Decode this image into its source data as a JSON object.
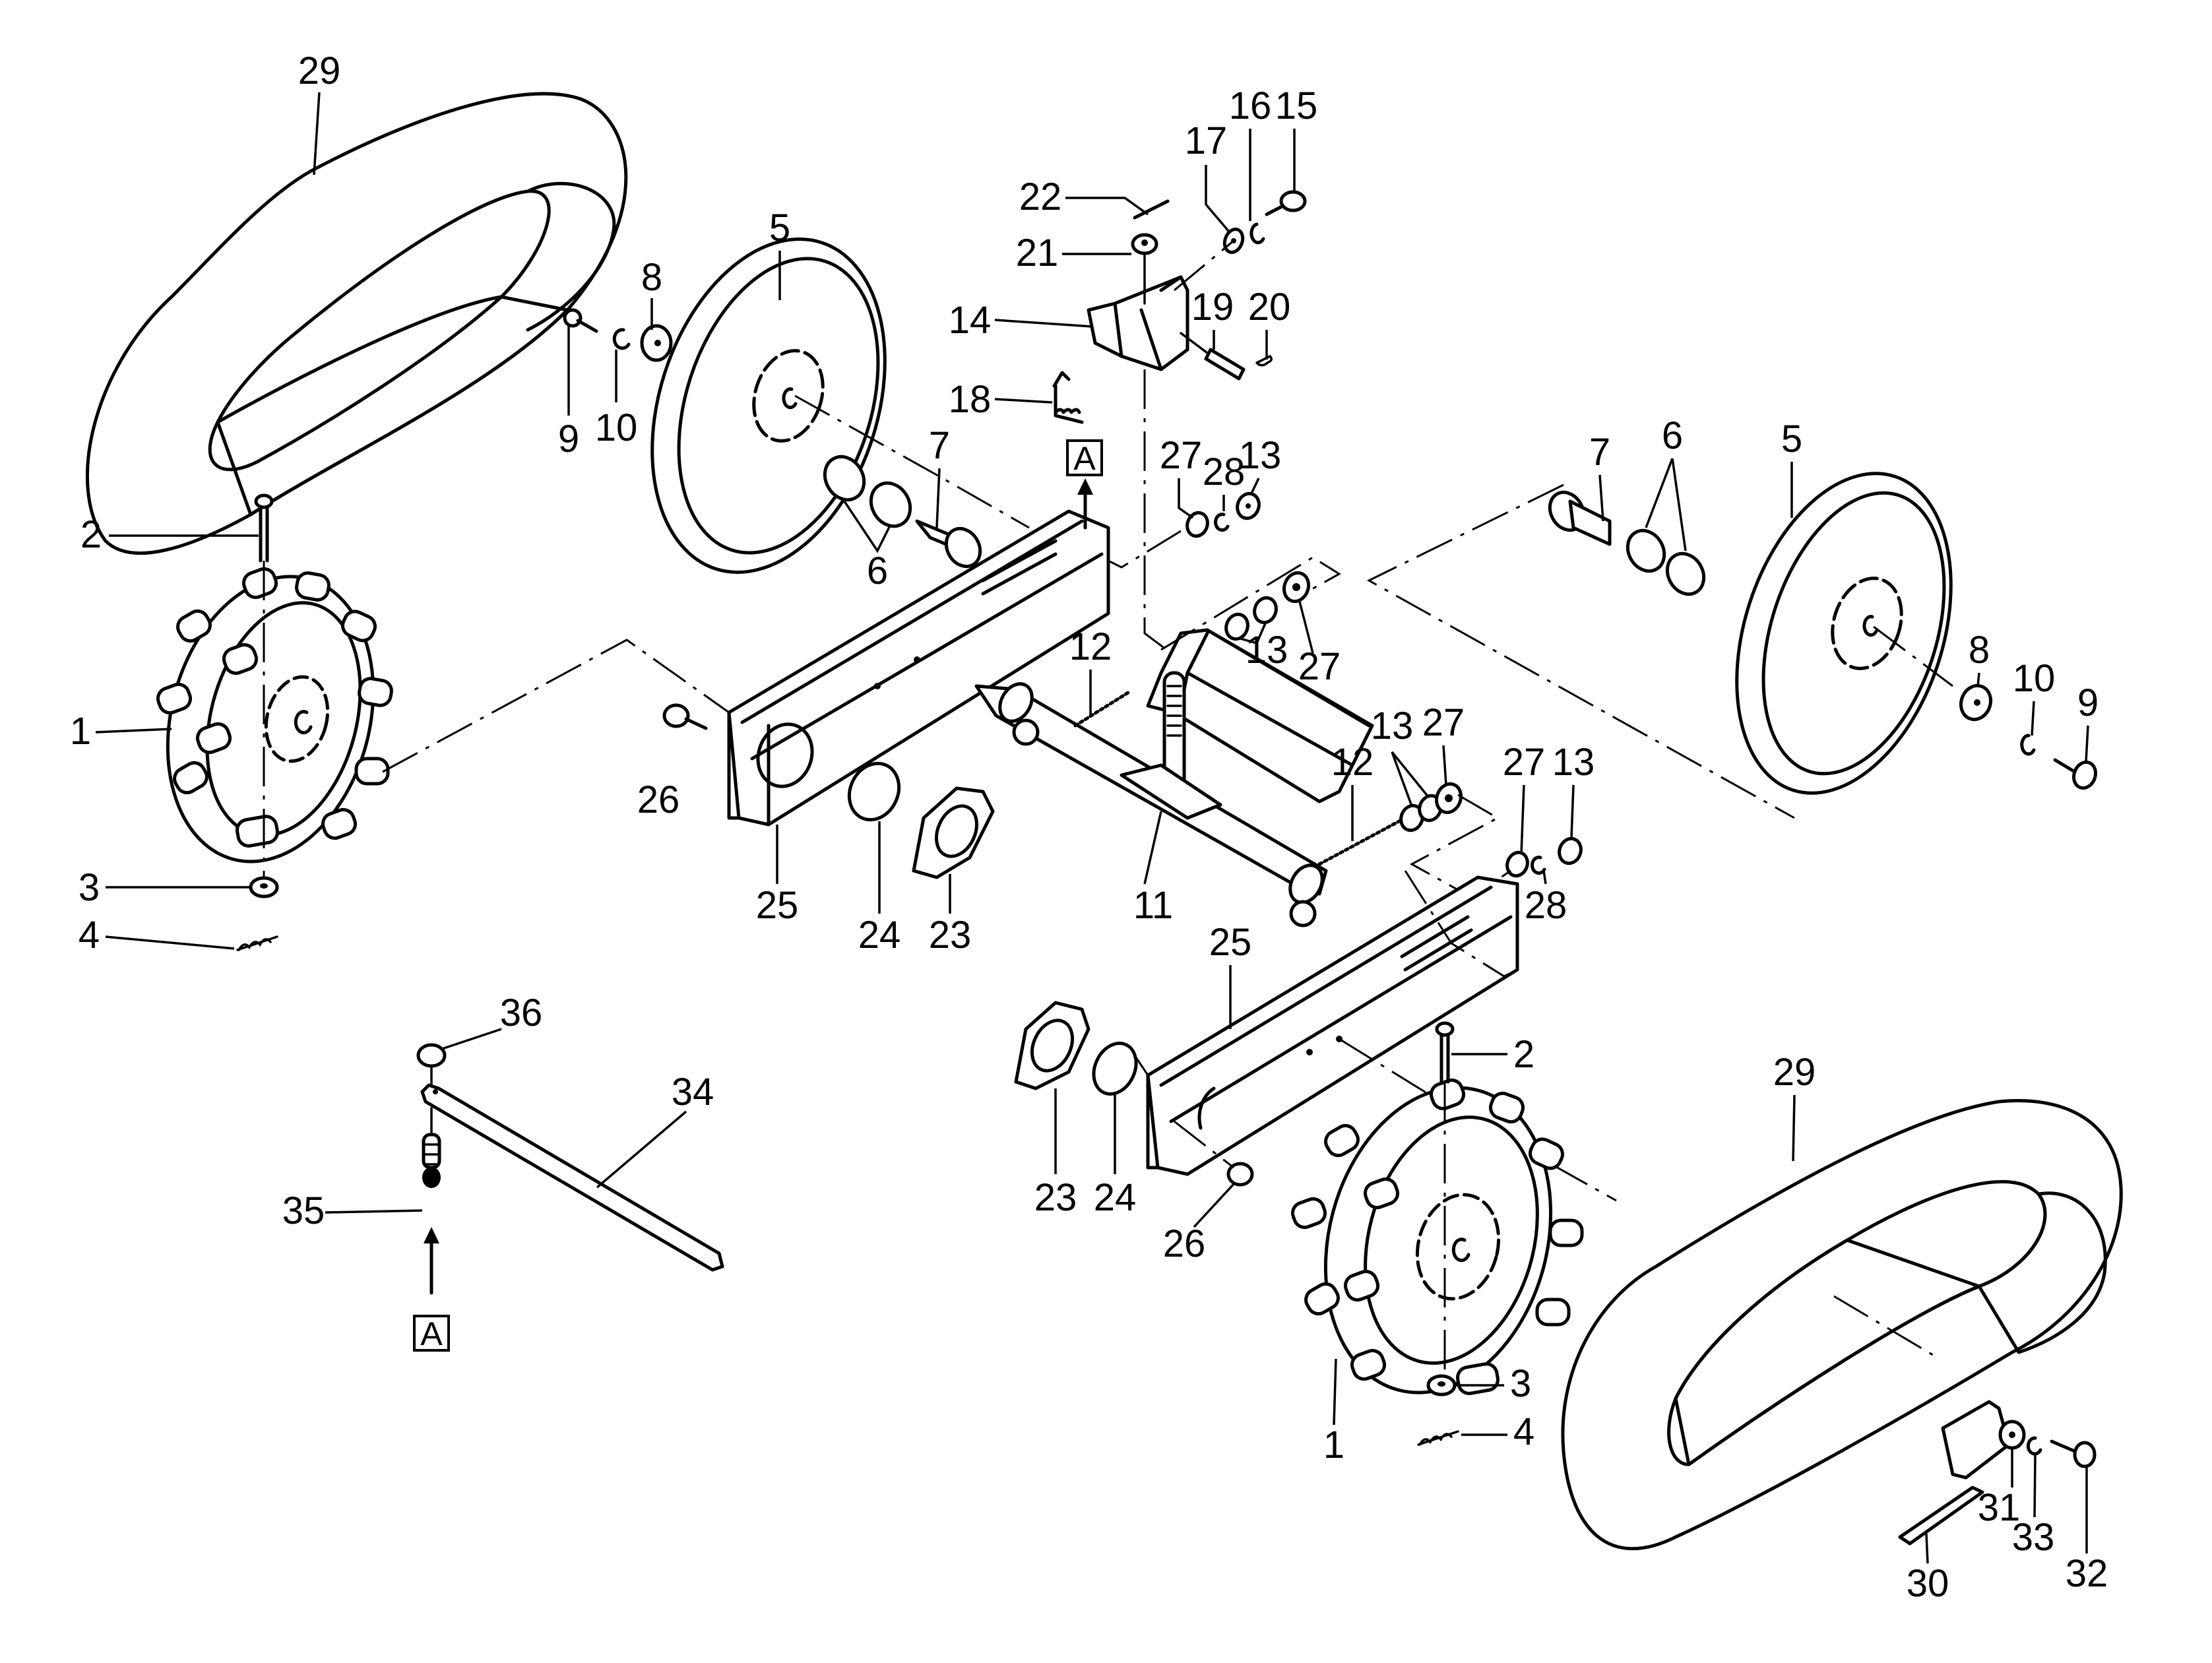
{
  "diagram": {
    "title": "Crawler track / idler wheel assembly — exploded parts view",
    "background": "#ffffff",
    "line_color": "#000000",
    "view_marker": "A",
    "callouts": [
      {
        "id": "c29a",
        "text": "29",
        "part": "crawler-track"
      },
      {
        "id": "c8a",
        "text": "8",
        "part": "washer"
      },
      {
        "id": "c9a",
        "text": "9",
        "part": "bolt"
      },
      {
        "id": "c10a",
        "text": "10",
        "part": "lock-washer"
      },
      {
        "id": "c5a",
        "text": "5",
        "part": "idler-wheel"
      },
      {
        "id": "c2a",
        "text": "2",
        "part": "pin"
      },
      {
        "id": "c1a",
        "text": "1",
        "part": "drive-sprocket"
      },
      {
        "id": "c3a",
        "text": "3",
        "part": "washer"
      },
      {
        "id": "c4a",
        "text": "4",
        "part": "cotter-pin"
      },
      {
        "id": "c6a",
        "text": "6",
        "part": "bearing"
      },
      {
        "id": "c7a",
        "text": "7",
        "part": "idler-shaft"
      },
      {
        "id": "c22",
        "text": "22",
        "part": "cotter-pin"
      },
      {
        "id": "c21",
        "text": "21",
        "part": "washer"
      },
      {
        "id": "c17",
        "text": "17",
        "part": "washer"
      },
      {
        "id": "c16",
        "text": "16",
        "part": "lock-washer"
      },
      {
        "id": "c15",
        "text": "15",
        "part": "bolt"
      },
      {
        "id": "c14",
        "text": "14",
        "part": "bracket"
      },
      {
        "id": "c19",
        "text": "19",
        "part": "pin"
      },
      {
        "id": "c20",
        "text": "20",
        "part": "clip"
      },
      {
        "id": "c18",
        "text": "18",
        "part": "spring-clip"
      },
      {
        "id": "c27a",
        "text": "27",
        "part": "washer"
      },
      {
        "id": "c28a",
        "text": "28",
        "part": "lock-washer"
      },
      {
        "id": "c13a",
        "text": "13",
        "part": "nut"
      },
      {
        "id": "c13b",
        "text": "13",
        "part": "nut"
      },
      {
        "id": "c27b",
        "text": "27",
        "part": "washer"
      },
      {
        "id": "c12a",
        "text": "12",
        "part": "tension-spring"
      },
      {
        "id": "c26a",
        "text": "26",
        "part": "bolt"
      },
      {
        "id": "c25a",
        "text": "25",
        "part": "track-frame"
      },
      {
        "id": "c24a",
        "text": "24",
        "part": "snap-ring"
      },
      {
        "id": "c23a",
        "text": "23",
        "part": "bearing-flange"
      },
      {
        "id": "c11",
        "text": "11",
        "part": "tension-arm"
      },
      {
        "id": "c13c",
        "text": "13",
        "part": "nut"
      },
      {
        "id": "c27c",
        "text": "27",
        "part": "washer"
      },
      {
        "id": "c12b",
        "text": "12",
        "part": "tension-spring"
      },
      {
        "id": "c27d",
        "text": "27",
        "part": "washer"
      },
      {
        "id": "c13d",
        "text": "13",
        "part": "nut"
      },
      {
        "id": "c28b",
        "text": "28",
        "part": "lock-washer"
      },
      {
        "id": "c7b",
        "text": "7",
        "part": "idler-shaft"
      },
      {
        "id": "c6b",
        "text": "6",
        "part": "bearing"
      },
      {
        "id": "c5b",
        "text": "5",
        "part": "idler-wheel"
      },
      {
        "id": "c8b",
        "text": "8",
        "part": "washer"
      },
      {
        "id": "c10b",
        "text": "10",
        "part": "lock-washer"
      },
      {
        "id": "c9b",
        "text": "9",
        "part": "bolt"
      },
      {
        "id": "c25b",
        "text": "25",
        "part": "track-frame"
      },
      {
        "id": "c36",
        "text": "36",
        "part": "nut"
      },
      {
        "id": "c34",
        "text": "34",
        "part": "stay-bar"
      },
      {
        "id": "c35",
        "text": "35",
        "part": "bolt"
      },
      {
        "id": "c2b",
        "text": "2",
        "part": "pin"
      },
      {
        "id": "c23b",
        "text": "23",
        "part": "bearing-flange"
      },
      {
        "id": "c24b",
        "text": "24",
        "part": "snap-ring"
      },
      {
        "id": "c26b",
        "text": "26",
        "part": "bolt"
      },
      {
        "id": "c29b",
        "text": "29",
        "part": "crawler-track"
      },
      {
        "id": "c1b",
        "text": "1",
        "part": "drive-sprocket"
      },
      {
        "id": "c3b",
        "text": "3",
        "part": "washer"
      },
      {
        "id": "c4b",
        "text": "4",
        "part": "cotter-pin"
      },
      {
        "id": "c31",
        "text": "31",
        "part": "collar"
      },
      {
        "id": "c33",
        "text": "33",
        "part": "lock-washer"
      },
      {
        "id": "c32",
        "text": "32",
        "part": "bolt"
      },
      {
        "id": "c30",
        "text": "30",
        "part": "scraper"
      }
    ]
  }
}
